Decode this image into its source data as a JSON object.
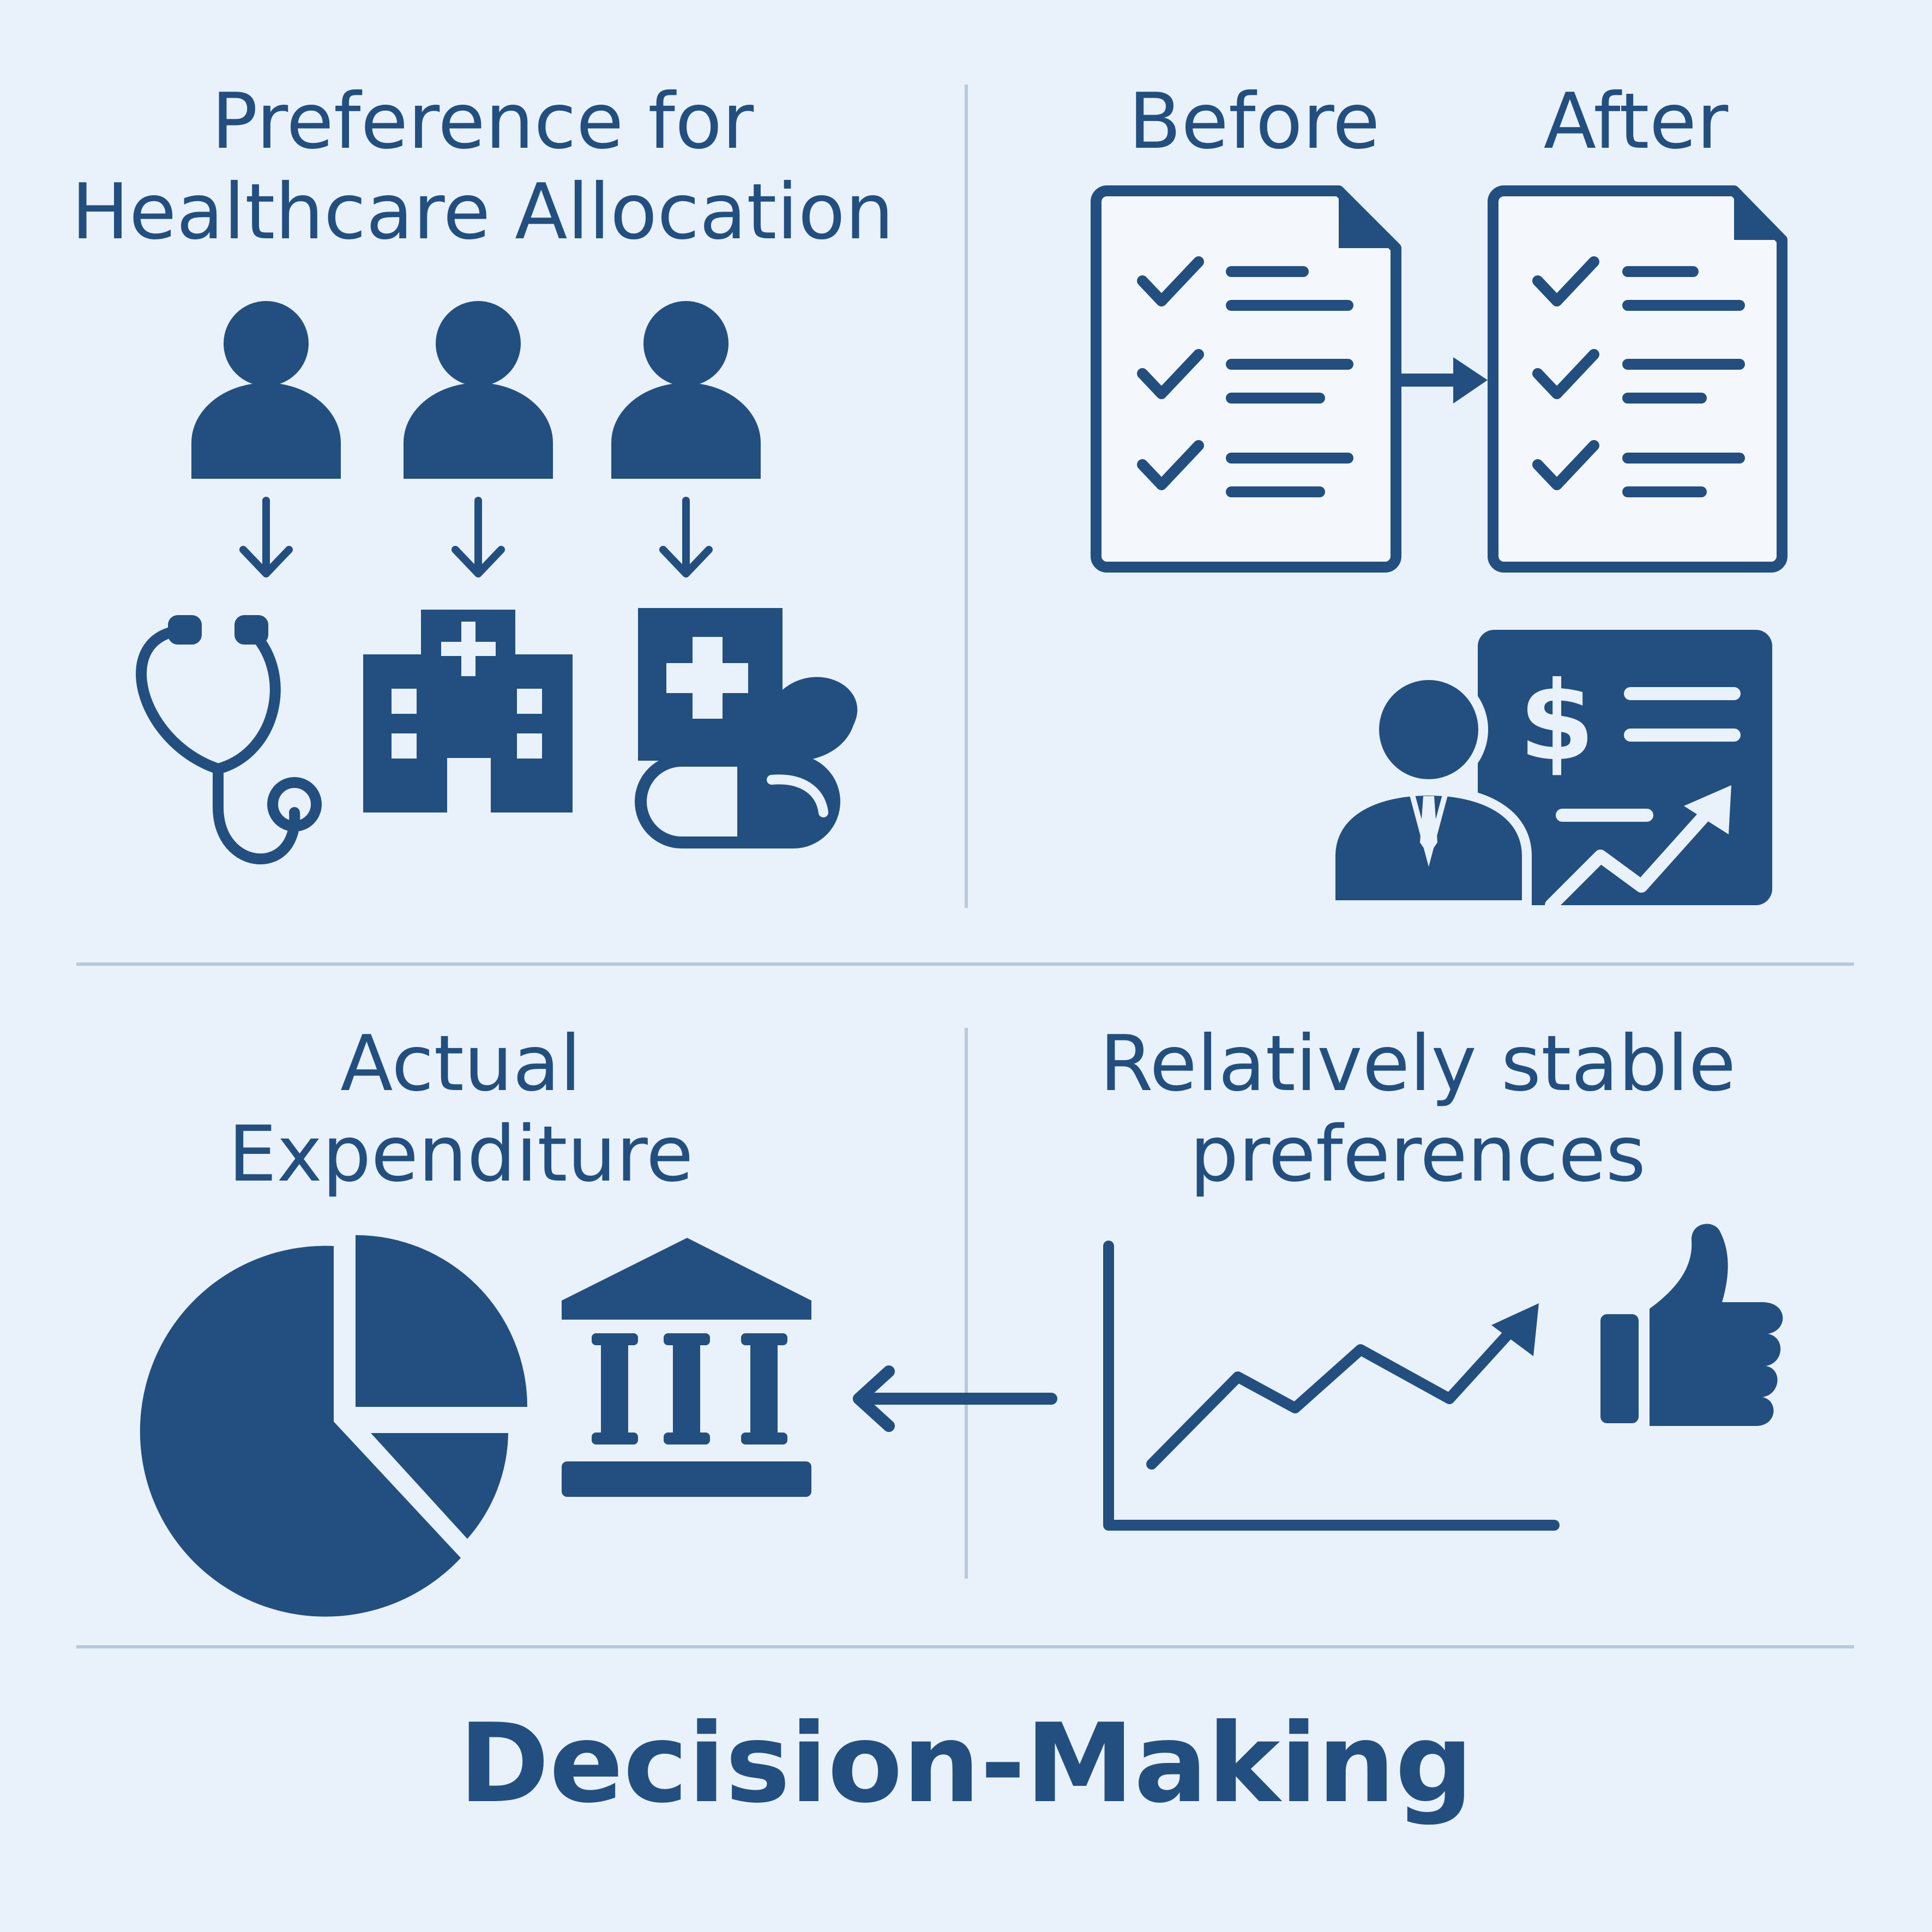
{
  "panels": {
    "preference": {
      "title_line1": "Preference for",
      "title_line2": "Healthcare Allocation",
      "icons": [
        "person-icon",
        "down-arrow-icon",
        "stethoscope-icon",
        "hospital-icon",
        "medicine-icon"
      ]
    },
    "before_after": {
      "before_label": "Before",
      "after_label": "After",
      "icons": [
        "checklist-document-icon",
        "right-arrow-icon",
        "financial-advisor-icon",
        "dollar-icon",
        "trend-up-icon"
      ]
    },
    "expenditure": {
      "title_line1": "Actual",
      "title_line2": "Expenditure",
      "icons": [
        "pie-chart-icon",
        "bank-icon",
        "left-arrow-icon"
      ]
    },
    "stable": {
      "title_line1": "Relatively stable",
      "title_line2": "preferences",
      "icons": [
        "line-chart-icon",
        "thumbs-up-icon"
      ]
    }
  },
  "footer": {
    "title": "Decision-Making"
  },
  "colors": {
    "background": "#e9f2fa",
    "primary": "#224f7f",
    "divider": "#b7c9dc",
    "document_fill": "#f4f8fc"
  }
}
